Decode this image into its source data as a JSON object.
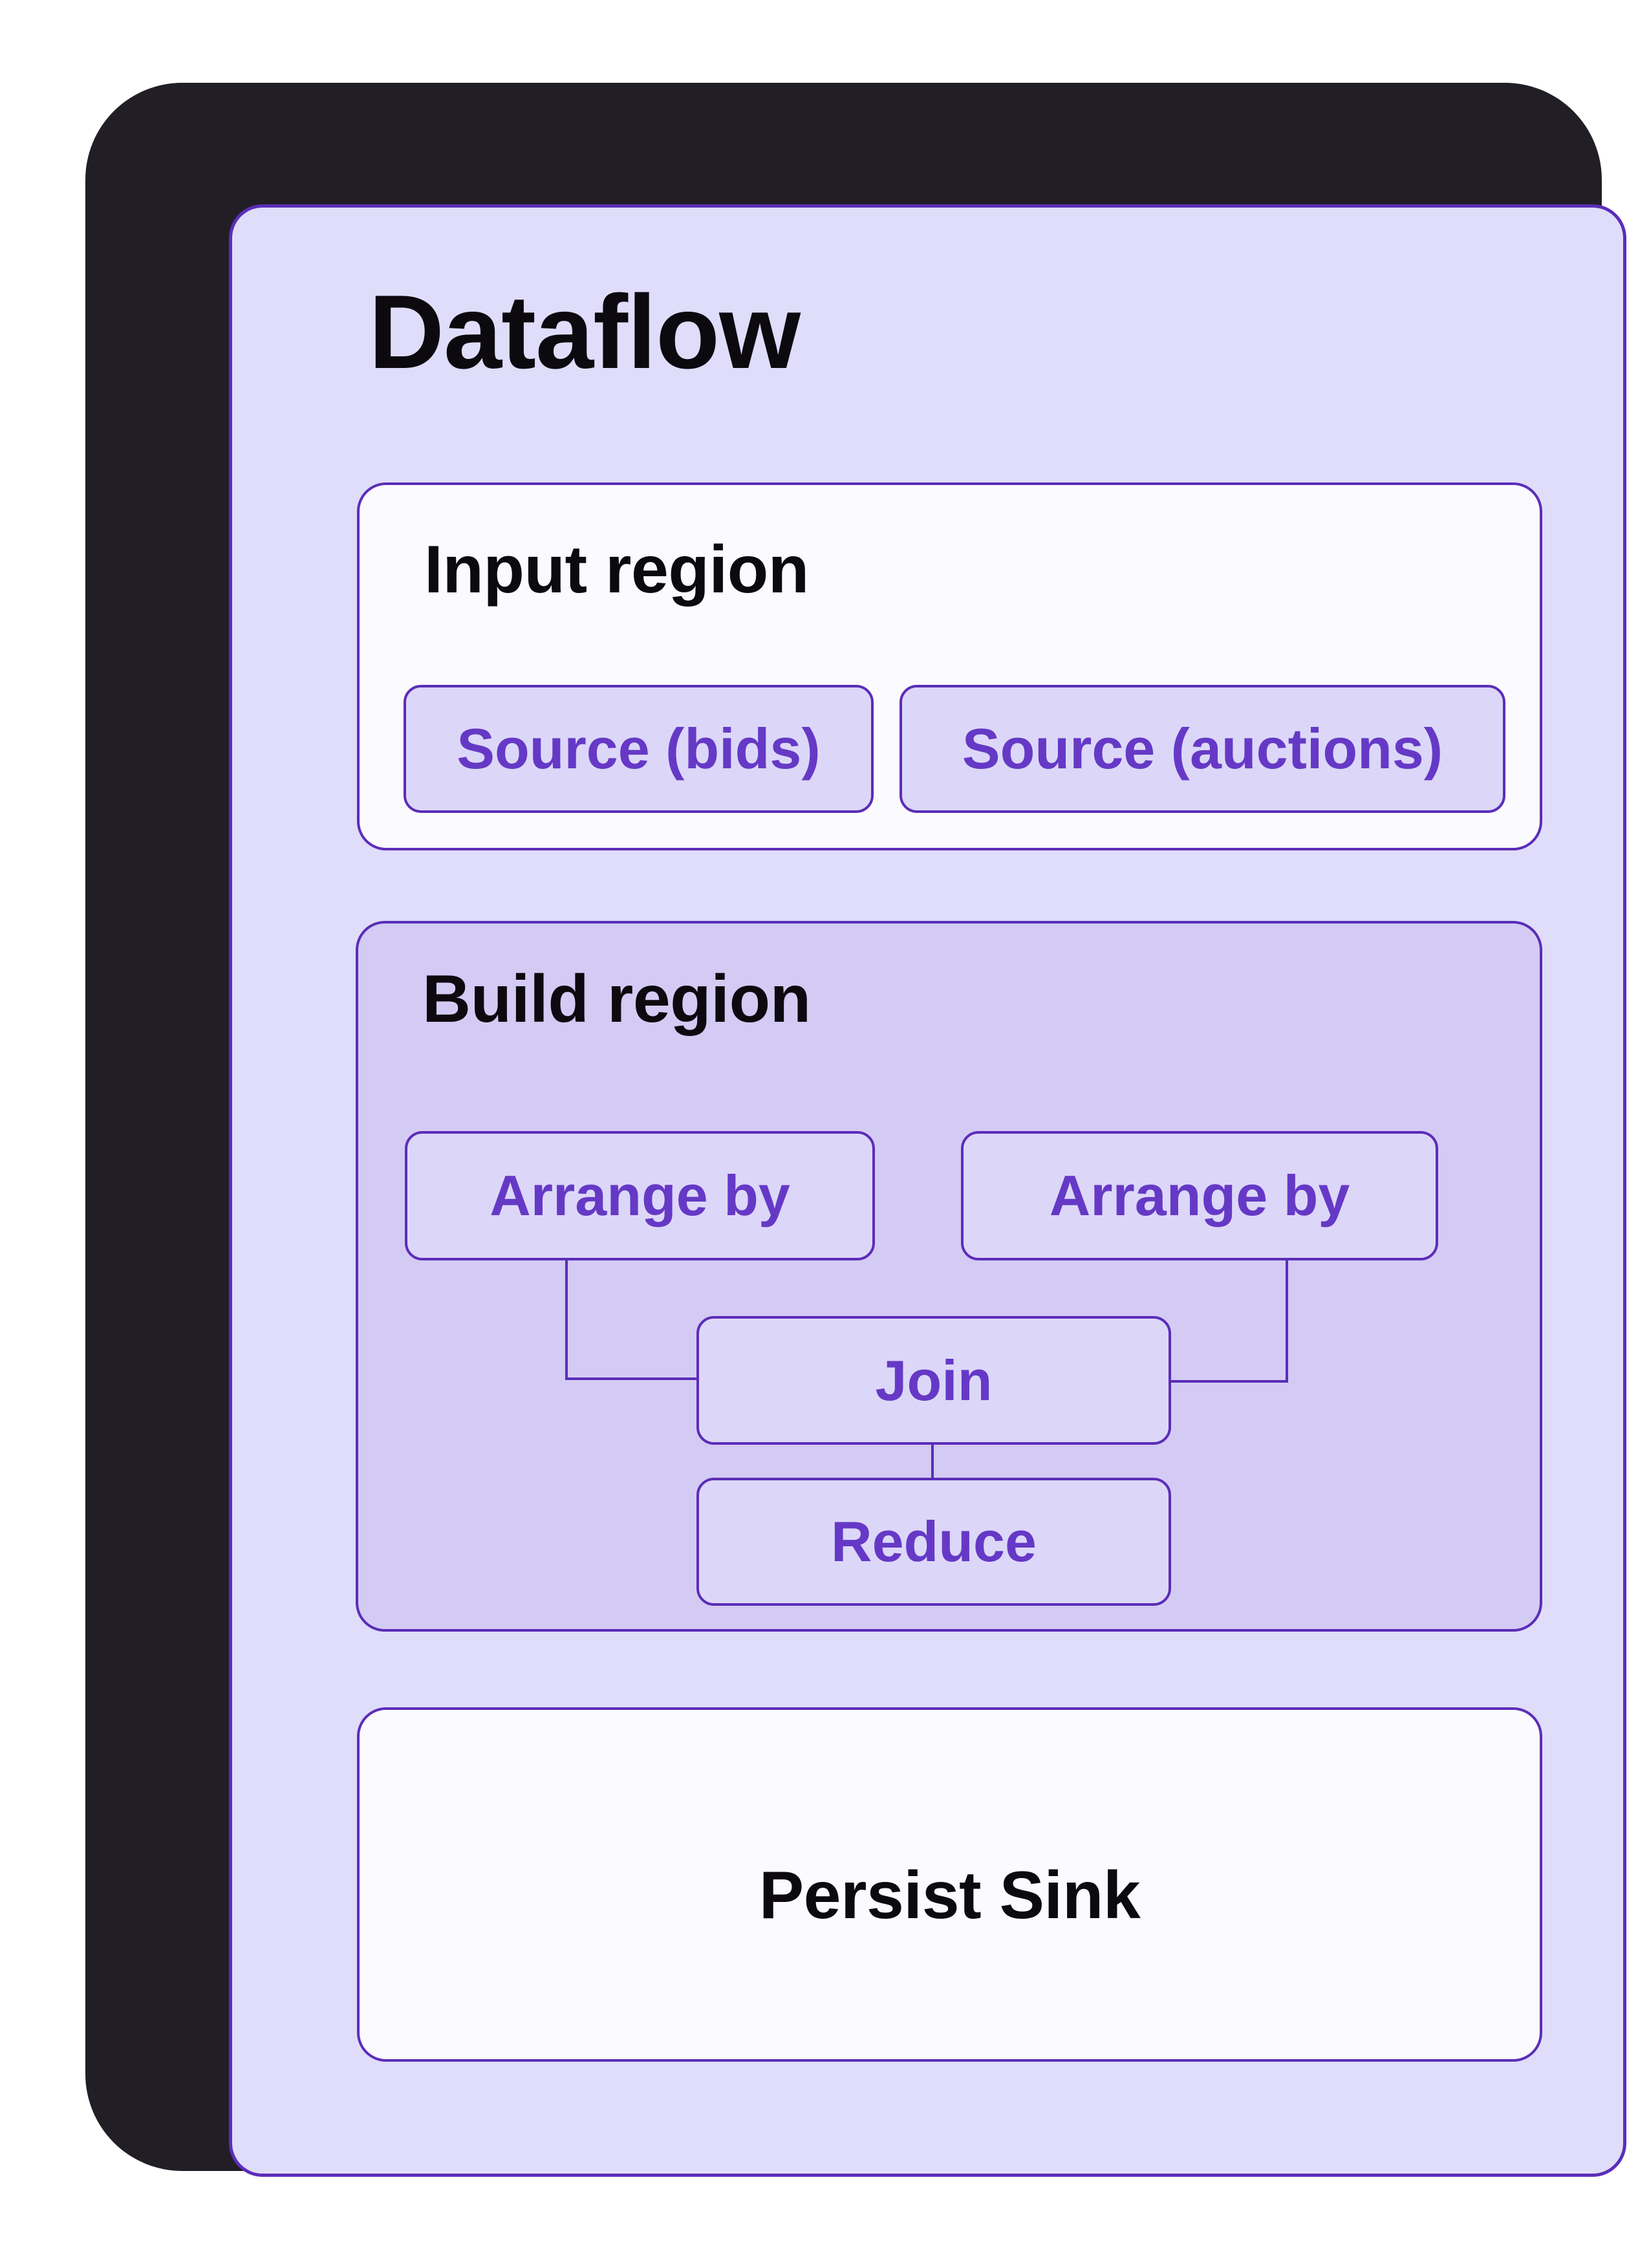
{
  "title": "Dataflow",
  "regions": {
    "input": {
      "label": "Input region",
      "nodes": [
        {
          "label": "Source (bids)"
        },
        {
          "label": "Source (auctions)"
        }
      ]
    },
    "build": {
      "label": "Build region",
      "nodes": [
        {
          "label": "Arrange by"
        },
        {
          "label": "Arrange by"
        },
        {
          "label": "Join"
        },
        {
          "label": "Reduce"
        }
      ]
    },
    "sink": {
      "label": "Persist Sink"
    }
  },
  "colors": {
    "page-bg": "#ffffff",
    "frame": "#221e26",
    "panel-bg": "#dfddfa",
    "card-bg": "#fbfaff",
    "build-bg": "#d3cbf4",
    "node-bg": "#dcd7f8",
    "accent": "#5b2db8",
    "accent-text": "#6539c6",
    "ink": "#0c0a0f"
  }
}
